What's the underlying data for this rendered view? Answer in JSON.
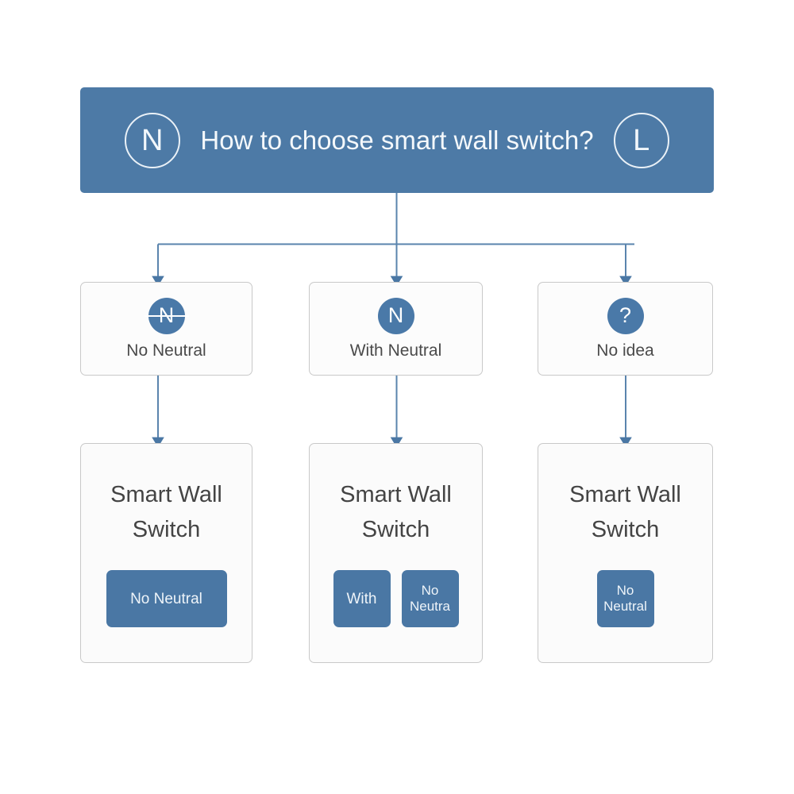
{
  "canvas": {
    "background": "#ffffff",
    "accent_blue": "#4d7aa6",
    "icon_blue": "#4a79a8",
    "button_blue": "#4a77a4",
    "box_border": "#c9c9c9",
    "connector_color": "#5a84ad",
    "text_dark": "#444444"
  },
  "header": {
    "title": "How to choose smart wall switch?",
    "left_badge": "N",
    "right_badge": "L"
  },
  "options": [
    {
      "icon_glyph": "N",
      "icon_strikethrough": true,
      "label": "No Neutral"
    },
    {
      "icon_glyph": "N",
      "icon_strikethrough": false,
      "label": "With Neutral"
    },
    {
      "icon_glyph": "?",
      "icon_strikethrough": false,
      "label": "No idea"
    }
  ],
  "products": [
    {
      "title_line1": "Smart Wall",
      "title_line2": "Switch",
      "buttons": [
        {
          "line1": "No Neutral",
          "line2": "",
          "shape": "wide"
        }
      ]
    },
    {
      "title_line1": "Smart Wall",
      "title_line2": "Switch",
      "buttons": [
        {
          "line1": "With",
          "line2": "",
          "shape": "square-single"
        },
        {
          "line1": "No",
          "line2": "Neutra",
          "shape": "square"
        }
      ]
    },
    {
      "title_line1": "Smart Wall",
      "title_line2": "Switch",
      "buttons": [
        {
          "line1": "No",
          "line2": "Neutral",
          "shape": "square"
        }
      ]
    }
  ],
  "connectors": {
    "stem_label": "header-to-branch-stem",
    "bus_label": "branch-bus",
    "arrow_labels": [
      "arrow-to-option-1",
      "arrow-to-option-2",
      "arrow-to-option-3",
      "arrow-to-product-1",
      "arrow-to-product-2",
      "arrow-to-product-3"
    ]
  }
}
